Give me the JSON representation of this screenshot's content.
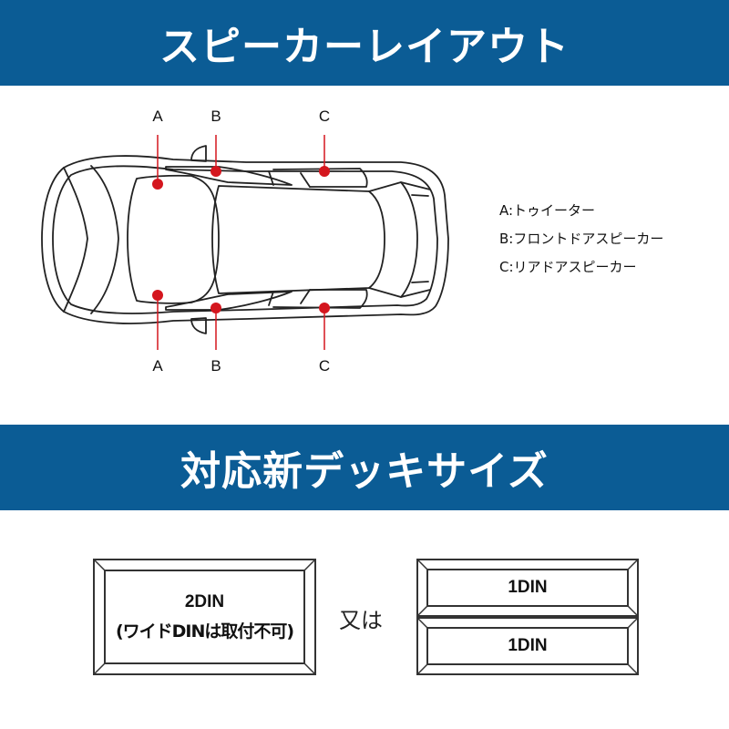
{
  "colors": {
    "band": "#0b5c95",
    "marker": "#d4161e",
    "line": "#222222"
  },
  "header": {
    "title": "スピーカーレイアウト"
  },
  "layout_section": {
    "labels_top": [
      "A",
      "B",
      "C"
    ],
    "labels_bottom": [
      "A",
      "B",
      "C"
    ],
    "legend": [
      "A:トゥイーター",
      "B:フロントドアスピーカー",
      "C:リアドアスピーカー"
    ]
  },
  "deck_section": {
    "title": "対応新デッキサイズ",
    "panel_2din": {
      "line1": "2DIN",
      "line2": "(ワイドDINは取付不可)"
    },
    "or_text": "又は",
    "panel_1din_top": "1DIN",
    "panel_1din_bottom": "1DIN"
  }
}
